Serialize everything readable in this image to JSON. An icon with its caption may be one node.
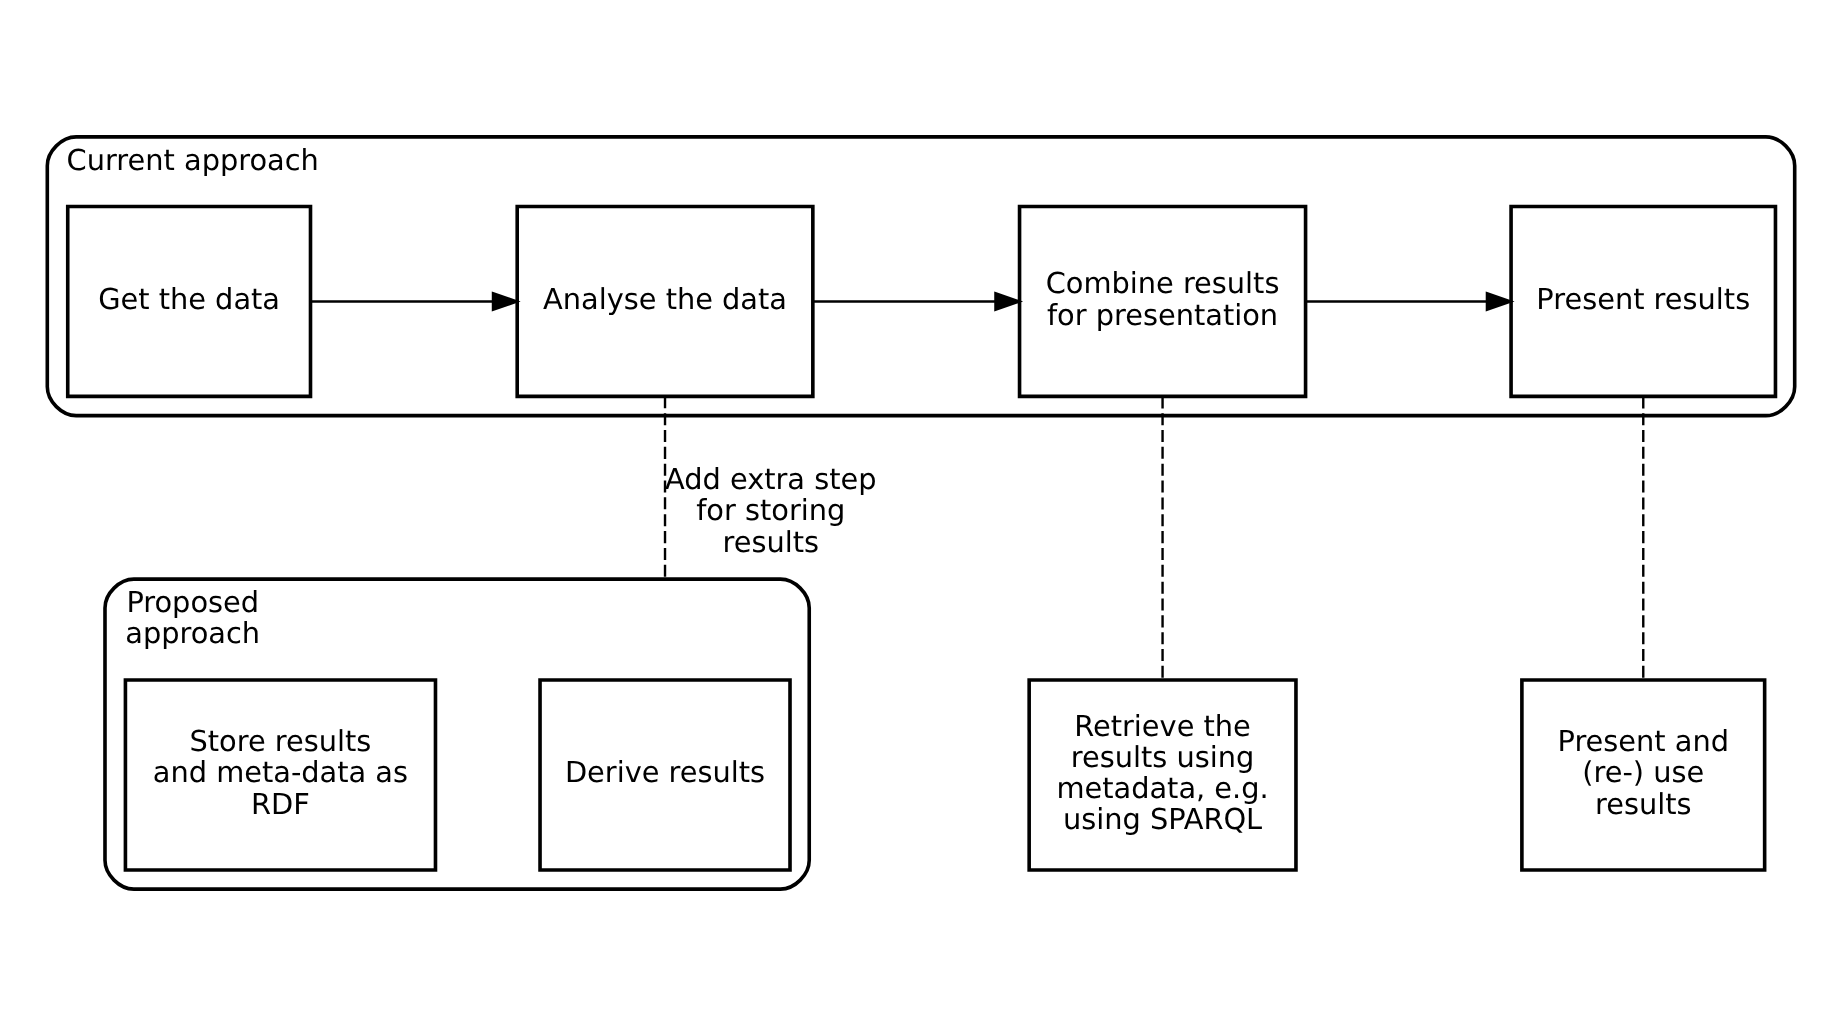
{
  "diagram": {
    "nodes": [
      {
        "text": [
          "Current approach"
        ]
      },
      {
        "text": [
          "Get the data"
        ],
        "in": 0
      },
      {
        "text": [
          "Analyse the data"
        ],
        "in": 0
      },
      {
        "text": [
          "Combine results for presentation"
        ],
        "in": 0
      },
      {
        "text": [
          "Present results"
        ],
        "in": 0
      },
      {
        "text": [
          "Proposed approach"
        ]
      },
      {
        "text": [
          "Derive results"
        ],
        "in": 5
      },
      {
        "text": [
          "Store results and meta-data as RDF"
        ],
        "in": 5
      },
      {
        "text": [
          "Retrieve the results using metadata, e.g. using SPARQL"
        ]
      },
      {
        "text": [
          "Present and (re-) use results"
        ]
      }
    ],
    "edges": [
      {
        "from": 1,
        "to": 2,
        "arrow": "to"
      },
      {
        "from": 2,
        "to": 3,
        "arrow": "to"
      },
      {
        "from": 3,
        "to": 4,
        "arrow": "to"
      },
      {
        "from": 2,
        "to": 5,
        "arrow": "none",
        "style": "dashed",
        "label": "Add extra step for storing results"
      },
      {
        "from": 3,
        "to": 8,
        "arrow": "none",
        "style": "dashed"
      },
      {
        "from": 4,
        "to": 9,
        "arrow": "none",
        "style": "dashed"
      }
    ]
  }
}
